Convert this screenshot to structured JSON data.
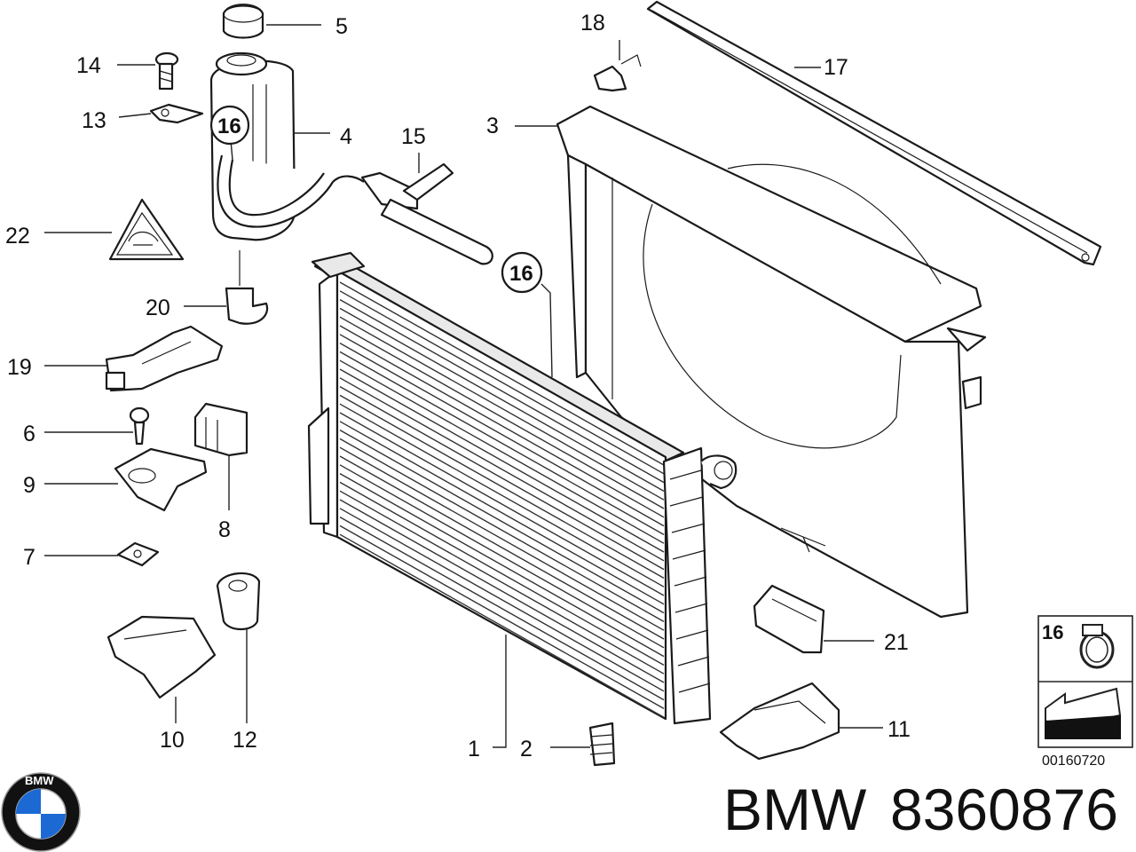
{
  "callouts": {
    "c1": "1",
    "c2": "2",
    "c3": "3",
    "c4": "4",
    "c5": "5",
    "c6": "6",
    "c7": "7",
    "c8": "8",
    "c9": "9",
    "c10": "10",
    "c11": "11",
    "c12": "12",
    "c13": "13",
    "c14": "14",
    "c15": "15",
    "c16a": "16",
    "c16b": "16",
    "c17": "17",
    "c18": "18",
    "c19": "19",
    "c20": "20",
    "c21": "21",
    "c22": "22"
  },
  "inset": {
    "number": "16",
    "code": "00160720"
  },
  "logo": {
    "letters": "BMW"
  },
  "footer": {
    "brand": "BMW",
    "part_number": "8360876"
  },
  "colors": {
    "line": "#1a1a1a",
    "logo_blue": "#1c69d4",
    "logo_ring": "#111111"
  }
}
